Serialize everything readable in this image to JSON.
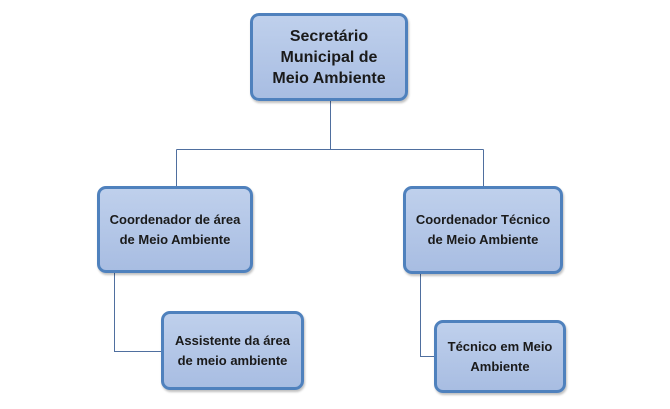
{
  "nodes": {
    "root": {
      "line1": "Secretário",
      "line2": "Municipal de",
      "line3": "Meio Ambiente"
    },
    "coord_area": {
      "line1": "Coordenador de área",
      "line2": "de Meio Ambiente"
    },
    "coord_tec": {
      "line1": "Coordenador Técnico",
      "line2": "de Meio Ambiente"
    },
    "assistente": {
      "line1": "Assistente da área",
      "line2": "de meio ambiente"
    },
    "tecnico": {
      "line1": "Técnico em Meio",
      "line2": "Ambiente"
    }
  },
  "colors": {
    "node_fill": "#b4c7e7",
    "node_border": "#4f81bd",
    "connector": "#4f6f9f"
  }
}
